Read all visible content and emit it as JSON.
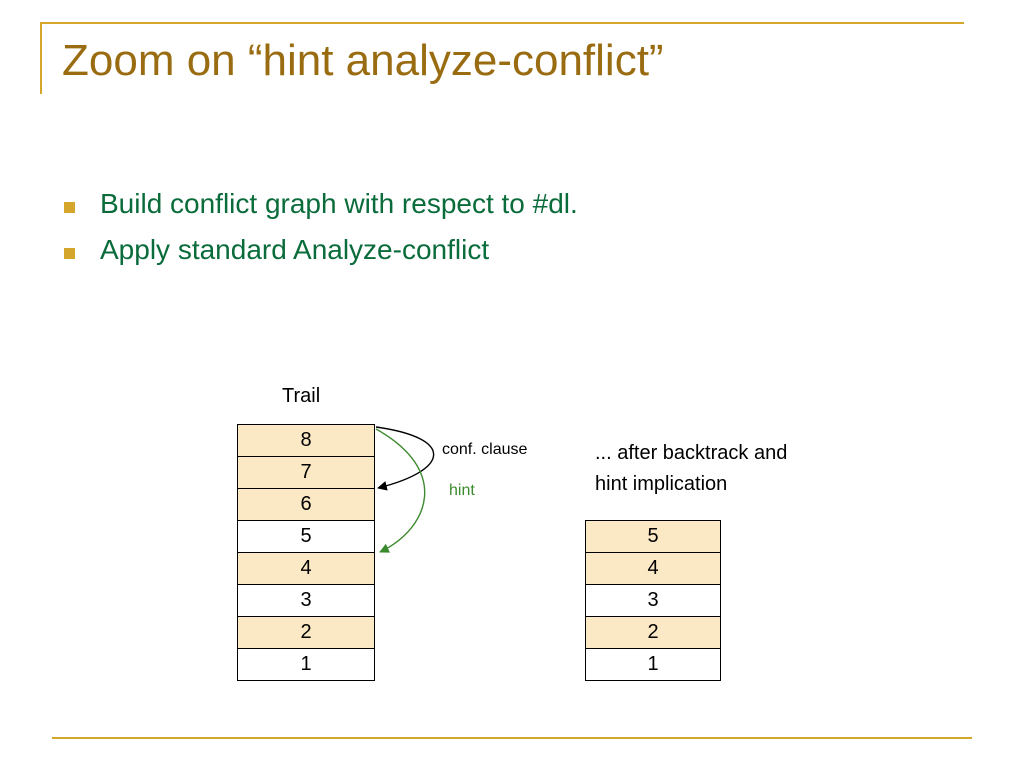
{
  "slide": {
    "title": "Zoom on “hint analyze-conflict”",
    "bullets": [
      "Build conflict graph with respect to #dl.",
      "Apply standard Analyze-conflict"
    ]
  },
  "diagram": {
    "trail_label": "Trail",
    "trail_cells": [
      {
        "label": "8",
        "shaded": true
      },
      {
        "label": "7",
        "shaded": true
      },
      {
        "label": "6",
        "shaded": true
      },
      {
        "label": "5",
        "shaded": false
      },
      {
        "label": "4",
        "shaded": true
      },
      {
        "label": "3",
        "shaded": false
      },
      {
        "label": "2",
        "shaded": true
      },
      {
        "label": "1",
        "shaded": false
      }
    ],
    "conf_clause_label": "conf. clause",
    "hint_label": "hint",
    "after_label_line1": "... after backtrack and",
    "after_label_line2": "hint implication",
    "after_cells": [
      {
        "label": "5",
        "shaded": true
      },
      {
        "label": "4",
        "shaded": true
      },
      {
        "label": "3",
        "shaded": false
      },
      {
        "label": "2",
        "shaded": true
      },
      {
        "label": "1",
        "shaded": false
      }
    ],
    "colors": {
      "accent": "#d4a72c",
      "title": "#9a6c11",
      "bullet_text": "#0a6b3b",
      "cell_shaded": "#fbe8c4",
      "conf_arrow": "#000000",
      "hint_arrow": "#3c8a2e"
    }
  }
}
